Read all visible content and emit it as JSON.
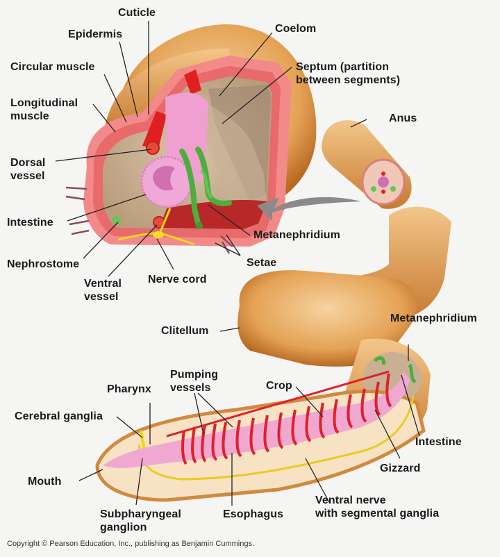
{
  "figure": {
    "subject": "Earthworm anatomy",
    "copyright": "Copyright © Pearson Education, Inc., publishing as Benjamin Cummings."
  },
  "labels": {
    "cuticle": "Cuticle",
    "epidermis": "Epidermis",
    "circular_muscle": "Circular muscle",
    "longitudinal_muscle": "Longitudinal\nmuscle",
    "coelom": "Coelom",
    "septum": "Septum (partition\nbetween segments)",
    "anus": "Anus",
    "dorsal_vessel": "Dorsal\nvessel",
    "intestine_cross": "Intestine",
    "nephrostome": "Nephrostome",
    "ventral_vessel": "Ventral\nvessel",
    "nerve_cord": "Nerve cord",
    "metanephridium_cross": "Metanephridium",
    "setae": "Setae",
    "clitellum": "Clitellum",
    "metanephridium_body": "Metanephridium",
    "pumping_vessels": "Pumping\nvessels",
    "pharynx": "Pharynx",
    "crop": "Crop",
    "cerebral_ganglia": "Cerebral ganglia",
    "intestine_body": "Intestine",
    "gizzard": "Gizzard",
    "mouth": "Mouth",
    "subpharyngeal_ganglion": "Subpharyngeal\nganglion",
    "esophagus": "Esophagus",
    "ventral_nerve": "Ventral nerve\nwith segmental ganglia"
  },
  "colors": {
    "background": "#f5f5f3",
    "body_tan": "#e8a85a",
    "body_dark": "#b86a22",
    "coelom_tan": "#c9b095",
    "body_wall_pink": "#f08080",
    "vessel_red": "#e0202a",
    "gut_pink": "#f0a0d0",
    "nephridium_green": "#4cae3c",
    "nerve_yellow": "#f0d820",
    "arrow_gray": "#8a8a8a",
    "leader_line": "#222222"
  }
}
